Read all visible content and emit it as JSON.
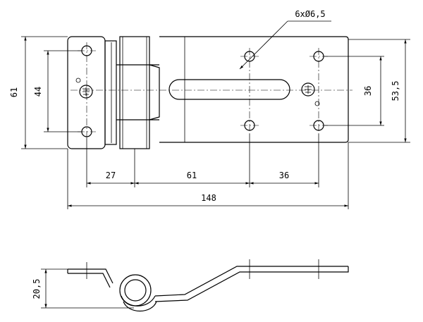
{
  "drawing": {
    "hole_callout": "6xØ6,5",
    "dimensions": {
      "height_total": "61",
      "hole_spacing_left": "44",
      "hole_spacing_right": "36",
      "height_right": "53,5",
      "horiz_1": "27",
      "horiz_2": "61",
      "horiz_3": "36",
      "length_total": "148",
      "profile_height": "20,5"
    }
  }
}
